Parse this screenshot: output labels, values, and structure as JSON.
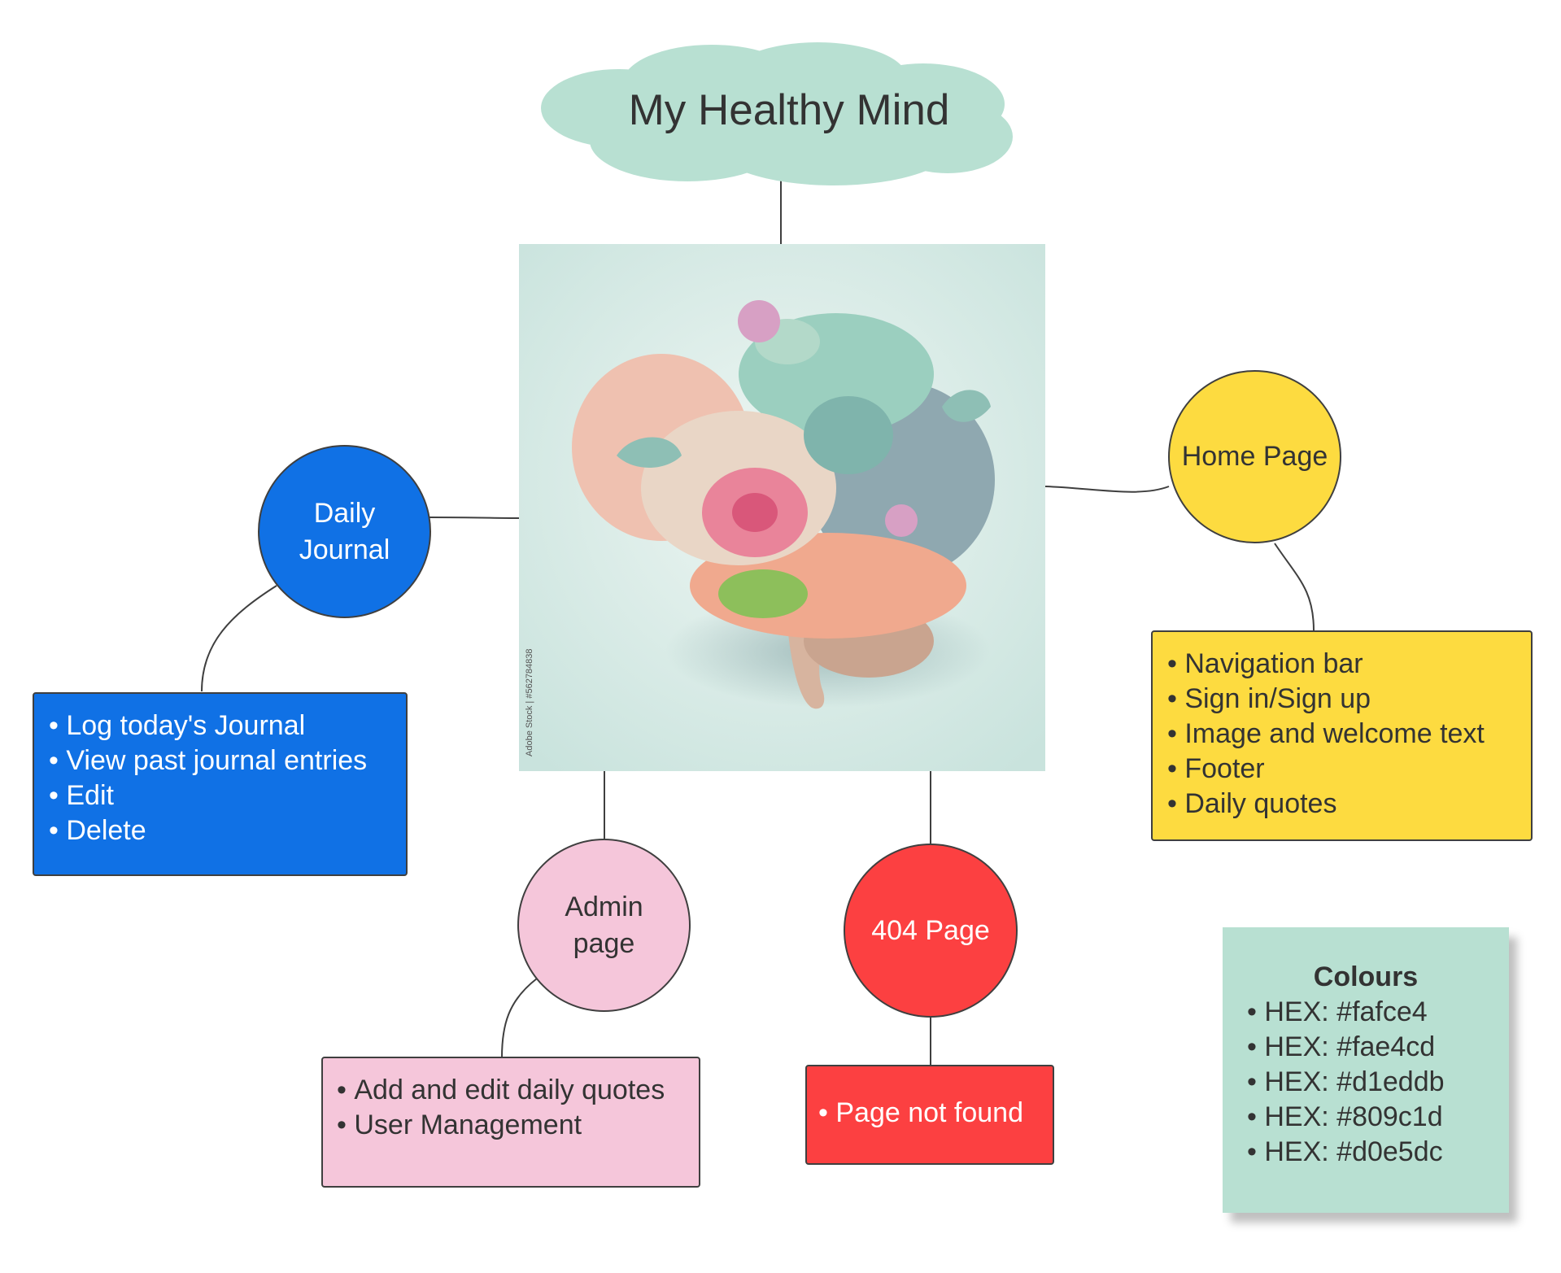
{
  "title": "My Healthy Mind",
  "colors": {
    "title_cloud": "#b8e0d2",
    "daily_journal": "#1071e5",
    "home_page": "#fddb40",
    "admin_page": "#f5c6da",
    "not_found_page": "#fc4041",
    "colours_note": "#b8e0d2"
  },
  "center_image": {
    "description_icon": "brain-flowers-image",
    "watermark": "Adobe Stock | #562784838"
  },
  "nodes": {
    "daily_journal": {
      "label": "Daily\nJournal",
      "items": [
        "Log today's Journal",
        "View past journal entries",
        "Edit",
        "Delete"
      ]
    },
    "home_page": {
      "label": "Home Page",
      "items": [
        "Navigation bar",
        "Sign in/Sign up",
        "Image and welcome text",
        "Footer",
        "Daily quotes"
      ]
    },
    "admin_page": {
      "label": "Admin\npage",
      "items": [
        "Add and edit daily quotes",
        "User Management"
      ]
    },
    "not_found_page": {
      "label": "404 Page",
      "items": [
        "Page not found"
      ]
    }
  },
  "colours_note": {
    "title": "Colours",
    "items": [
      "HEX: #fafce4",
      "HEX: #fae4cd",
      "HEX: #d1eddb",
      "HEX: #809c1d",
      "HEX: #d0e5dc"
    ]
  }
}
